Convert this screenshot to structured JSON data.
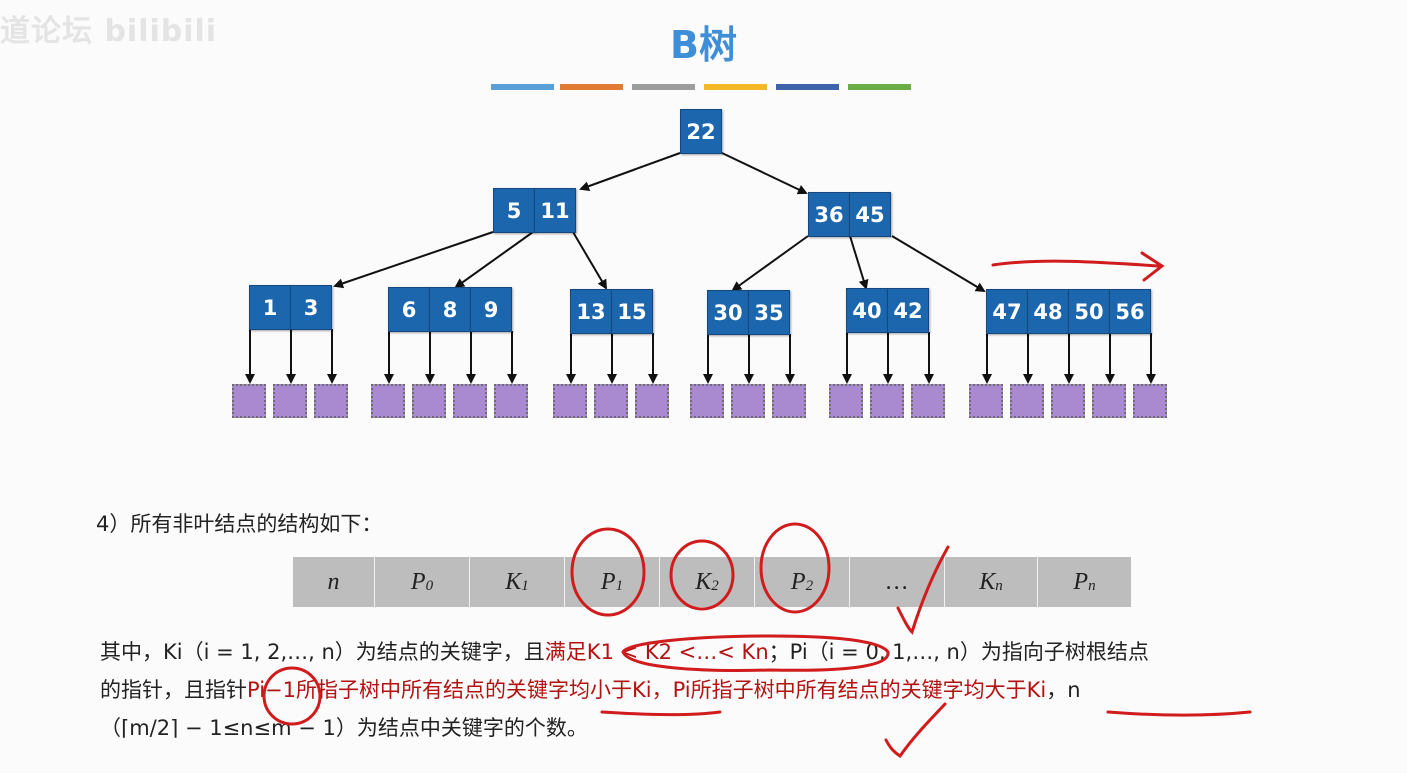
{
  "watermark": "道论坛 bilibili",
  "title": "B树",
  "stripe_colors": [
    "#5a9fd8",
    "#e07a34",
    "#9d9d9d",
    "#f2b924",
    "#3f63a8",
    "#6aad46"
  ],
  "tree": {
    "root": [
      "22"
    ],
    "level1": [
      [
        "5",
        "11"
      ],
      [
        "36",
        "45"
      ]
    ],
    "level2": [
      [
        "1",
        "3"
      ],
      [
        "6",
        "8",
        "9"
      ],
      [
        "13",
        "15"
      ],
      [
        "30",
        "35"
      ],
      [
        "40",
        "42"
      ],
      [
        "47",
        "48",
        "50",
        "56"
      ]
    ]
  },
  "colors": {
    "node": "#1b66ad",
    "leaf": "#a98ad0",
    "annotation": "#d01c1c",
    "text_red": "#b31212"
  },
  "text": {
    "lead": "4）所有非叶结点的结构如下：",
    "line1_a": "其中，Ki（i = 1, 2,…, n）为结点的关键字，且",
    "line1_red": "满足K1 < K2 <…< Kn",
    "line1_b": "；Pi（i = 0, 1,…, n）为指向子树根结点",
    "line2_a": "的指针，且指针",
    "line2_red1": "Pi−1所指子树中所有结点的关键字均小于Ki，Pi所指子树中所有结点的关键字均大于Ki",
    "line2_b": "，n",
    "line3": "（⌈m/2⌉ − 1≤n≤m − 1）为结点中关键字的个数。"
  },
  "structure": [
    {
      "base": "n",
      "sub": ""
    },
    {
      "base": "P",
      "sub": "0"
    },
    {
      "base": "K",
      "sub": "1"
    },
    {
      "base": "P",
      "sub": "1"
    },
    {
      "base": "K",
      "sub": "2"
    },
    {
      "base": "P",
      "sub": "2"
    },
    {
      "base": "…",
      "sub": ""
    },
    {
      "base": "K",
      "sub": "n"
    },
    {
      "base": "P",
      "sub": "n"
    }
  ]
}
